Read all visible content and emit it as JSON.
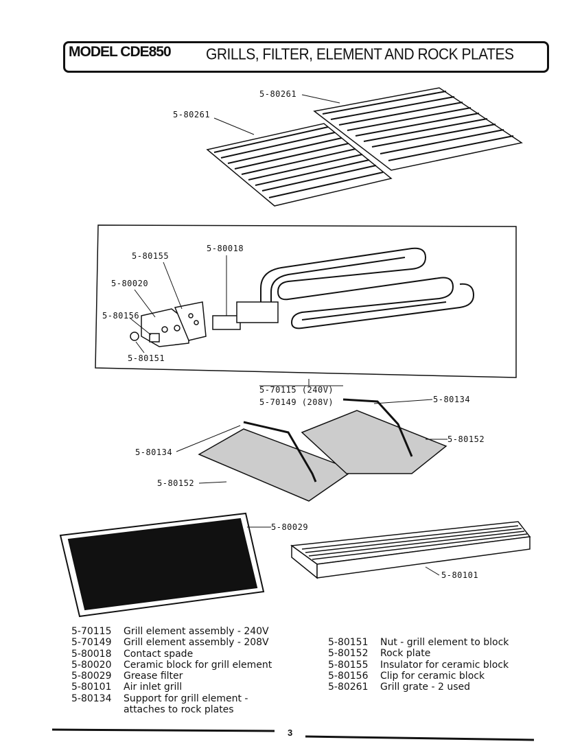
{
  "header": {
    "model": "MODEL CDE850",
    "title": "GRILLS, FILTER, ELEMENT AND ROCK PLATES"
  },
  "callouts": {
    "grate_right": "5-80261",
    "grate_left": "5-80261",
    "insulator": "5-80155",
    "contact_spade": "5-80018",
    "ceramic_block": "5-80020",
    "clip": "5-80156",
    "nut": "5-80151",
    "element_240": "5-70115 (240V)",
    "element_208": "5-70149 (208V)",
    "support_right": "5-80134",
    "rock_plate_right": "5-80152",
    "support_left": "5-80134",
    "rock_plate_left": "5-80152",
    "grease_filter": "5-80029",
    "air_inlet": "5-80101"
  },
  "parts_left": [
    {
      "part": "5-70115",
      "desc": "Grill element assembly - 240V"
    },
    {
      "part": "5-70149",
      "desc": "Grill element assembly - 208V"
    },
    {
      "part": "5-80018",
      "desc": "Contact spade"
    },
    {
      "part": "5-80020",
      "desc": "Ceramic block for grill element"
    },
    {
      "part": "5-80029",
      "desc": "Grease filter"
    },
    {
      "part": "5-80101",
      "desc": "Air inlet grill"
    },
    {
      "part": "5-80134",
      "desc": "Support for grill element -"
    },
    {
      "part": "",
      "desc": "attaches to rock plates"
    }
  ],
  "parts_right": [
    {
      "part": "5-80151",
      "desc": "Nut - grill element to block"
    },
    {
      "part": "5-80152",
      "desc": "Rock plate"
    },
    {
      "part": "5-80155",
      "desc": "Insulator for ceramic block"
    },
    {
      "part": "5-80156",
      "desc": "Clip for ceramic block"
    },
    {
      "part": "5-80261",
      "desc": "Grill grate - 2 used"
    }
  ],
  "page_number": "3"
}
